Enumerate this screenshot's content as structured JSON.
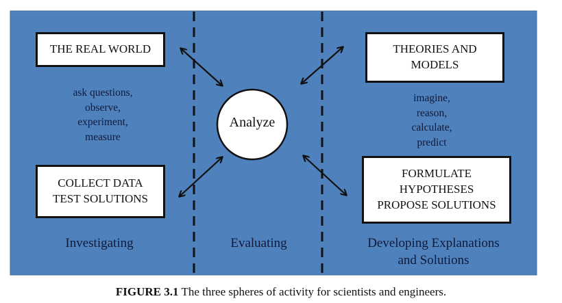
{
  "colors": {
    "panel": "#4f81bd",
    "border": "#3d6799",
    "text_dark": "#0f1a3a"
  },
  "boxes": {
    "real_world": [
      "THE REAL WORLD"
    ],
    "collect": [
      "COLLECT DATA",
      "TEST SOLUTIONS"
    ],
    "theories": [
      "THEORIES AND",
      "MODELS"
    ],
    "formulate": [
      "FORMULATE",
      "HYPOTHESES",
      "PROPOSE SOLUTIONS"
    ]
  },
  "notes": {
    "left": [
      "ask questions,",
      "observe,",
      "experiment,",
      "measure"
    ],
    "right": [
      "imagine,",
      "reason,",
      "calculate,",
      "predict"
    ]
  },
  "center": "Analyze",
  "spheres": {
    "investigating": "Investigating",
    "evaluating": "Evaluating",
    "developing": [
      "Developing Explanations",
      "and Solutions"
    ]
  },
  "caption": {
    "label": "FIGURE 3.1",
    "text": " The three spheres of activity for scientists and engineers."
  }
}
